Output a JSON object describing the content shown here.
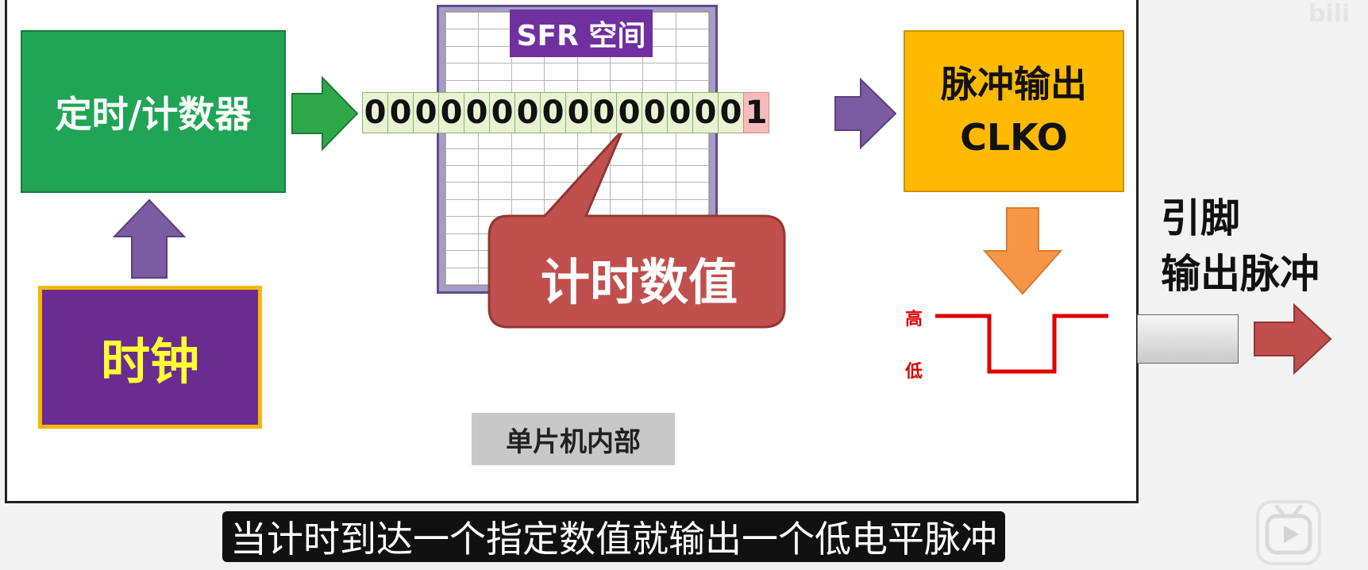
{
  "timer": {
    "label": "定时/计数器"
  },
  "clock": {
    "label": "时钟"
  },
  "sfr": {
    "label": "SFR 空间"
  },
  "counter": {
    "bits": [
      "0",
      "0",
      "0",
      "0",
      "0",
      "0",
      "0",
      "0",
      "0",
      "0",
      "0",
      "0",
      "0",
      "0",
      "0",
      "1"
    ]
  },
  "callout": {
    "label": "计时数值"
  },
  "pulse_output": {
    "line1": "脉冲输出",
    "line2": "CLKO"
  },
  "waveform": {
    "high_label": "高",
    "low_label": "低"
  },
  "pin": {
    "line1": "引脚",
    "line2": "输出脉冲"
  },
  "chip": {
    "label": "单片机内部"
  },
  "subtitle": {
    "text": "当计时到达一个指定数值就输出一个低电平脉冲"
  },
  "watermark": {
    "text": "bili"
  },
  "colors": {
    "timer_green": "#20a455",
    "clock_purple": "#6a2c91",
    "clock_text_yellow": "#ffff33",
    "pulse_orange": "#ffba00",
    "arrow_green": "#2fa84a",
    "arrow_purple": "#7b5ba1",
    "arrow_orange": "#f79646",
    "arrow_red": "#c0504d",
    "callout_red": "#c0504d",
    "waveform_red": "#e00000"
  }
}
